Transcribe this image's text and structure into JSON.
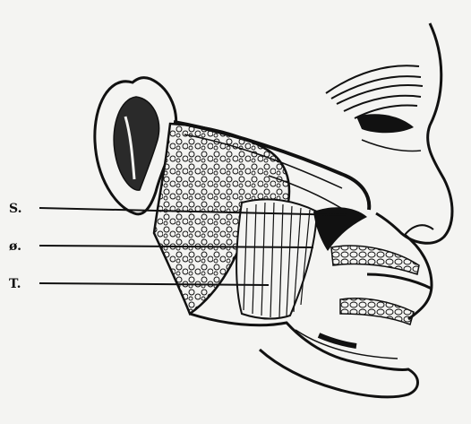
{
  "figure": {
    "labels": [
      {
        "id": "S",
        "text": "S."
      },
      {
        "id": "O",
        "text": "ø."
      },
      {
        "id": "T",
        "text": "T."
      }
    ],
    "colors": {
      "ink": "#111111",
      "paper": "#f4f4f2"
    }
  }
}
